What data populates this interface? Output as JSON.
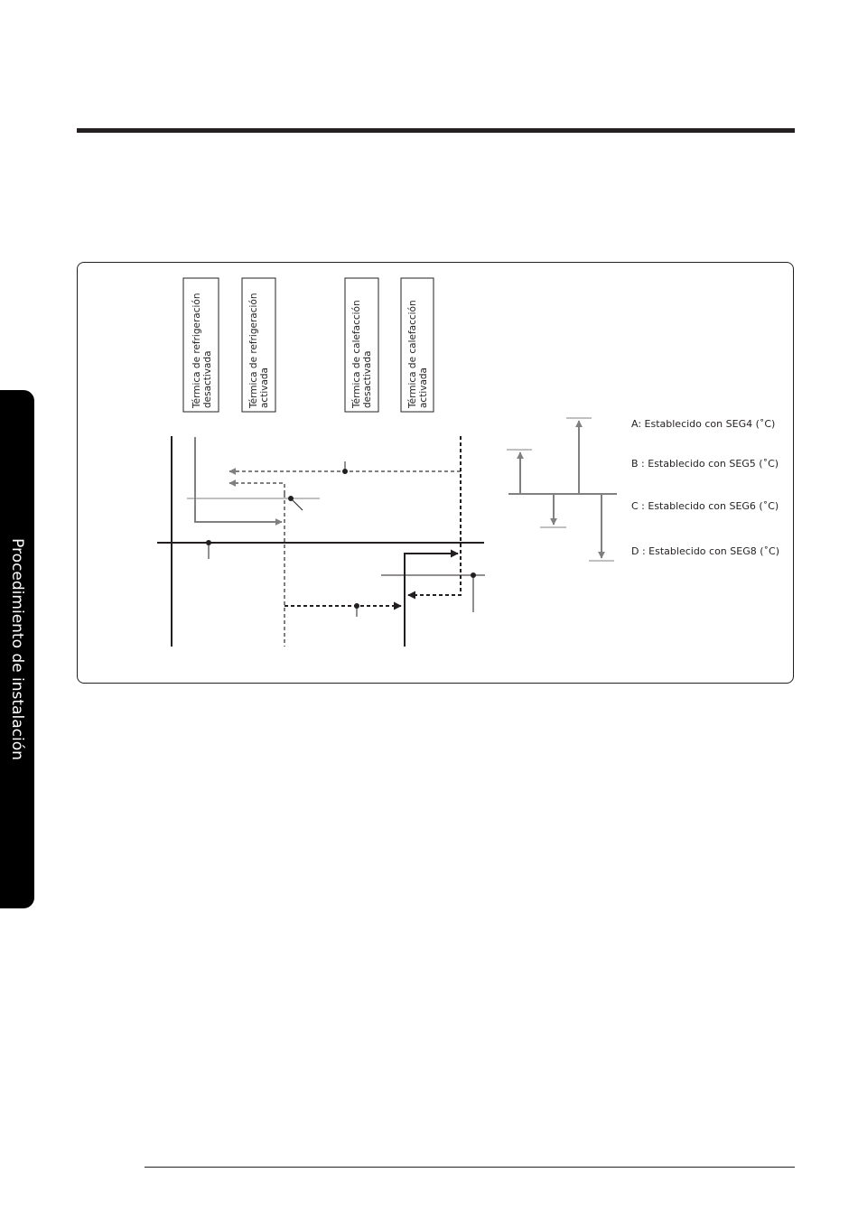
{
  "sidebar": {
    "section_title": "Procedimiento de instalación"
  },
  "diagram": {
    "boxes": [
      {
        "line1": "Térmica de refrigeración",
        "line2": "desactivada"
      },
      {
        "line1": "Térmica de refrigeración",
        "line2": "activada"
      },
      {
        "line1": "Térmica de calefacción",
        "line2": "desactivada"
      },
      {
        "line1": "Térmica de calefacción",
        "line2": "activada"
      }
    ],
    "legend": [
      "A: Establecido con SEG4 (˚C)",
      "B : Establecido con SEG5 (˚C)",
      "C : Establecido con SEG6 (˚C)",
      "D : Establecido con SEG8 (˚C)"
    ],
    "colors": {
      "ink": "#231f20",
      "gray": "#808080",
      "tab": "#000000"
    }
  }
}
